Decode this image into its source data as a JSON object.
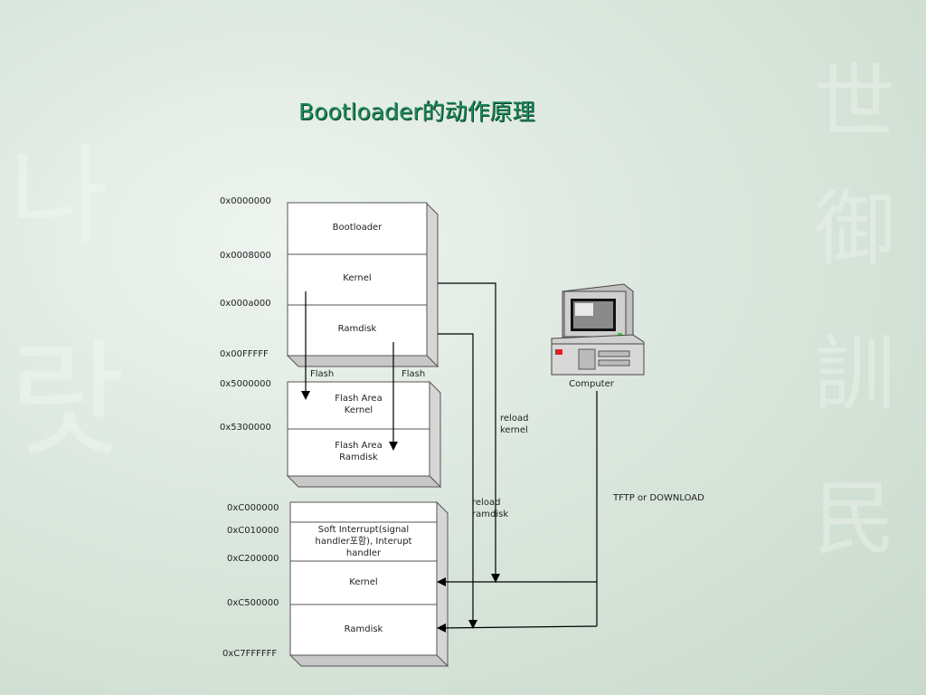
{
  "title": "Bootloader的动作原理",
  "flash_memory": {
    "addresses": [
      "0x0000000",
      "0x0008000",
      "0x000a000",
      "0x00FFFFF"
    ],
    "blocks": [
      "Bootloader",
      "Kernel",
      "Ramdisk"
    ]
  },
  "flash_labels": [
    "Flash",
    "Flash"
  ],
  "flash_area": {
    "addresses": [
      "0x5000000",
      "0x5300000"
    ],
    "blocks": [
      {
        "line1": "Flash Area",
        "line2": "Kernel"
      },
      {
        "line1": "Flash Area",
        "line2": "Ramdisk"
      }
    ]
  },
  "ram": {
    "addresses": [
      "0xC000000",
      "0xC010000",
      "0xC200000",
      "0xC500000",
      "0xC7FFFFFF"
    ],
    "blocks": [
      {
        "line1": "Soft Interrupt(signal",
        "line2": "handler포함), Interupt",
        "line3": "handler"
      },
      {
        "line1": "Kernel"
      },
      {
        "line1": "Ramdisk"
      }
    ]
  },
  "computer": {
    "label": "Computer"
  },
  "edge_labels": {
    "reload_kernel": {
      "line1": "reload",
      "line2": "kernel"
    },
    "reload_ramdisk": {
      "line1": "reload",
      "line2": "ramdisk"
    },
    "tftp": "TFTP or DOWNLOAD"
  },
  "colors": {
    "title": "#1e8a5a",
    "background": "#d9e6dc",
    "box_fill": "#ffffff",
    "line": "#000000"
  }
}
